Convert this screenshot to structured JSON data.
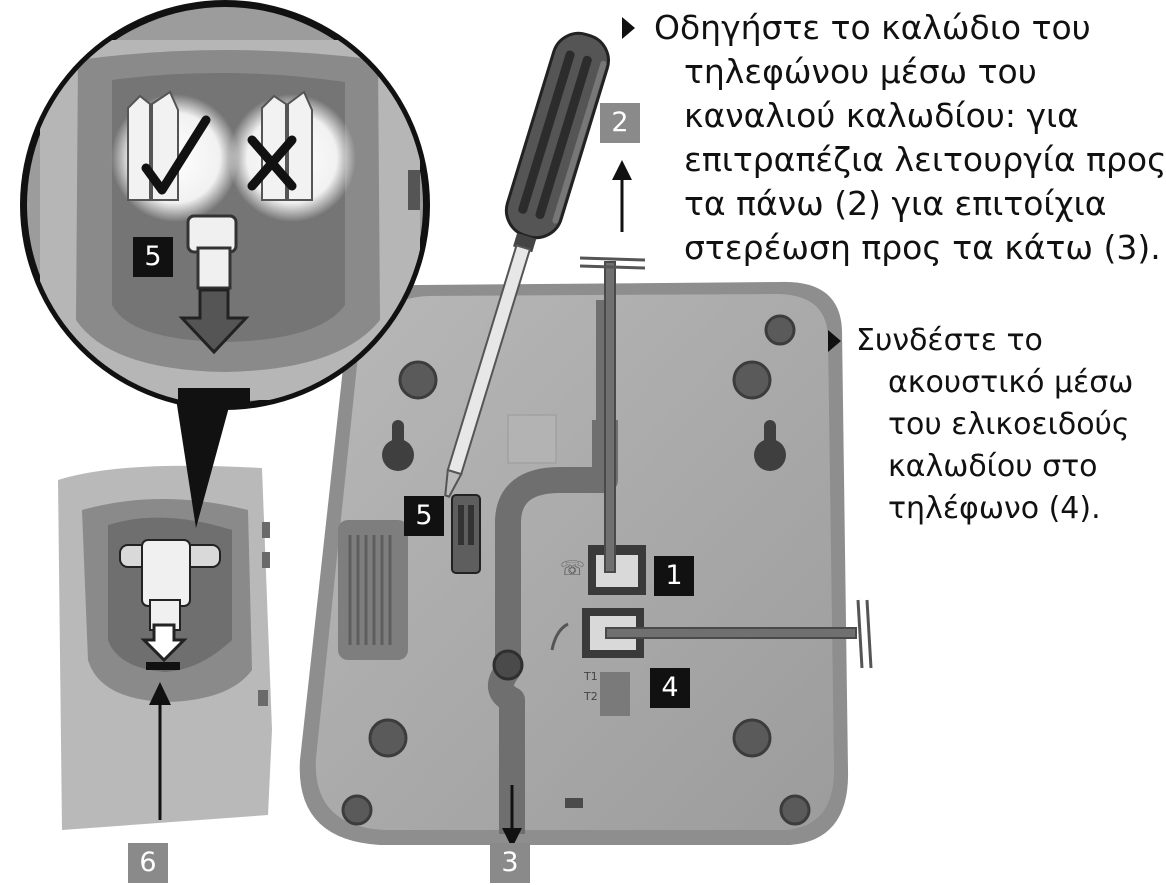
{
  "instructions": {
    "route_cable": {
      "lines": [
        "Οδηγήστε το καλώδιο του",
        "τηλεφώνου μέσω του",
        "καναλιού καλωδίου: για",
        "επιτραπέζια λειτουργία προς",
        "τα πάνω (2) για επιτοίχια",
        "στερέωση προς τα κάτω (3)."
      ]
    },
    "connect_handset": {
      "lines": [
        "Συνδέστε το",
        "ακουστικό μέσω",
        "του ελικοειδούς",
        "καλωδίου στο",
        "τηλέφωνο (4)."
      ]
    }
  },
  "callouts": {
    "num_1": "1",
    "num_2": "2",
    "num_3": "3",
    "num_4": "4",
    "num_5_base": "5",
    "num_5_zoom": "5",
    "num_6": "6"
  },
  "colors": {
    "base_body": "#a9a9a9",
    "base_edge": "#8c8c8c",
    "zoom_bg": "#9a9a9a",
    "badge_dark": "#111111",
    "badge_grey": "#8a8a8a"
  }
}
